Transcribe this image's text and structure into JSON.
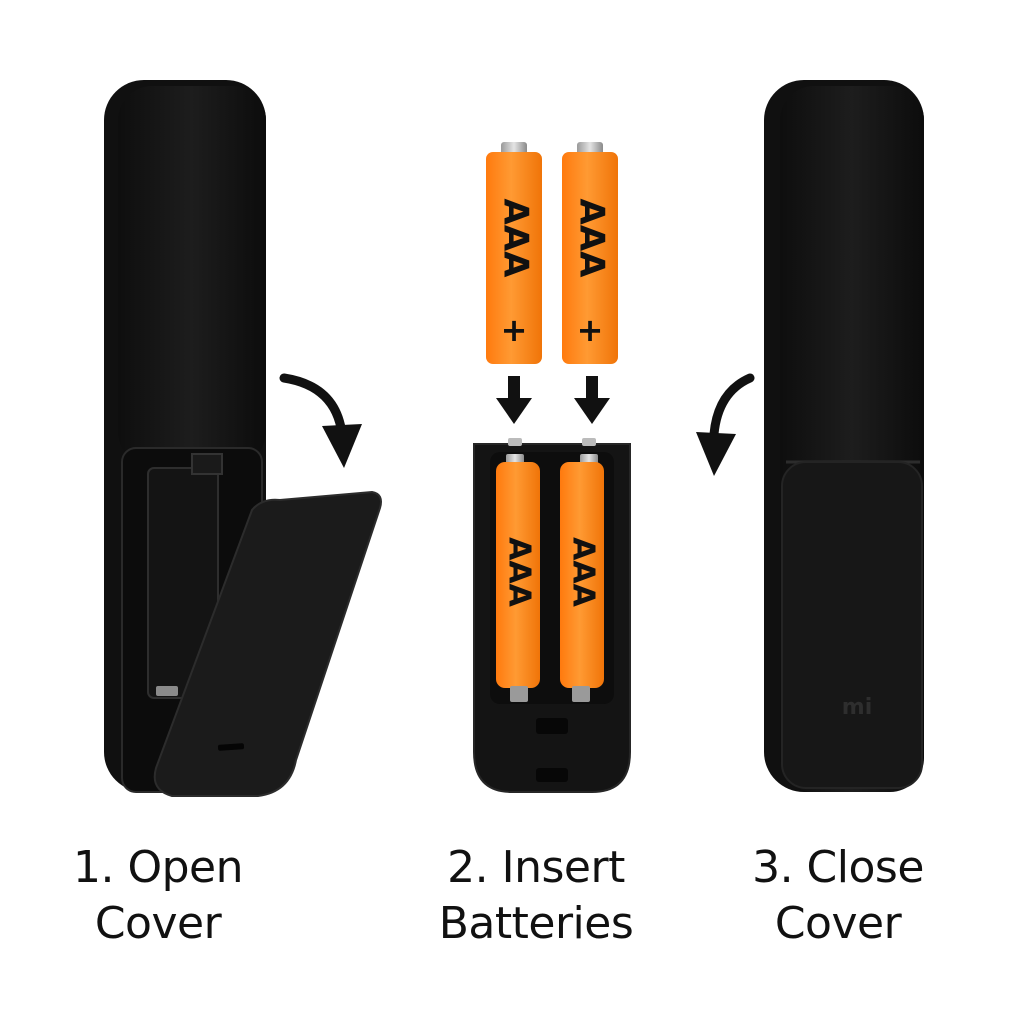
{
  "colors": {
    "remote_body": "#161616",
    "remote_edge": "#262626",
    "battery": "#ff8a1c",
    "battery_text": "#111111",
    "arrow": "#111111",
    "background": "#ffffff"
  },
  "steps": [
    {
      "line1": "1. Open",
      "line2": "Cover",
      "icons": [
        "remote-open-cover",
        "curved-arrow-down-right-icon"
      ]
    },
    {
      "line1": "2. Insert",
      "line2": "Batteries",
      "icons": [
        "down-arrow-icon",
        "down-arrow-icon",
        "battery-compartment"
      ]
    },
    {
      "line1": "3. Close",
      "line2": "Cover",
      "icons": [
        "curved-arrow-down-left-icon",
        "remote-closed"
      ]
    }
  ],
  "batteries": {
    "label": "AAA",
    "polarity": "+"
  },
  "remote": {
    "logo": "mi"
  }
}
